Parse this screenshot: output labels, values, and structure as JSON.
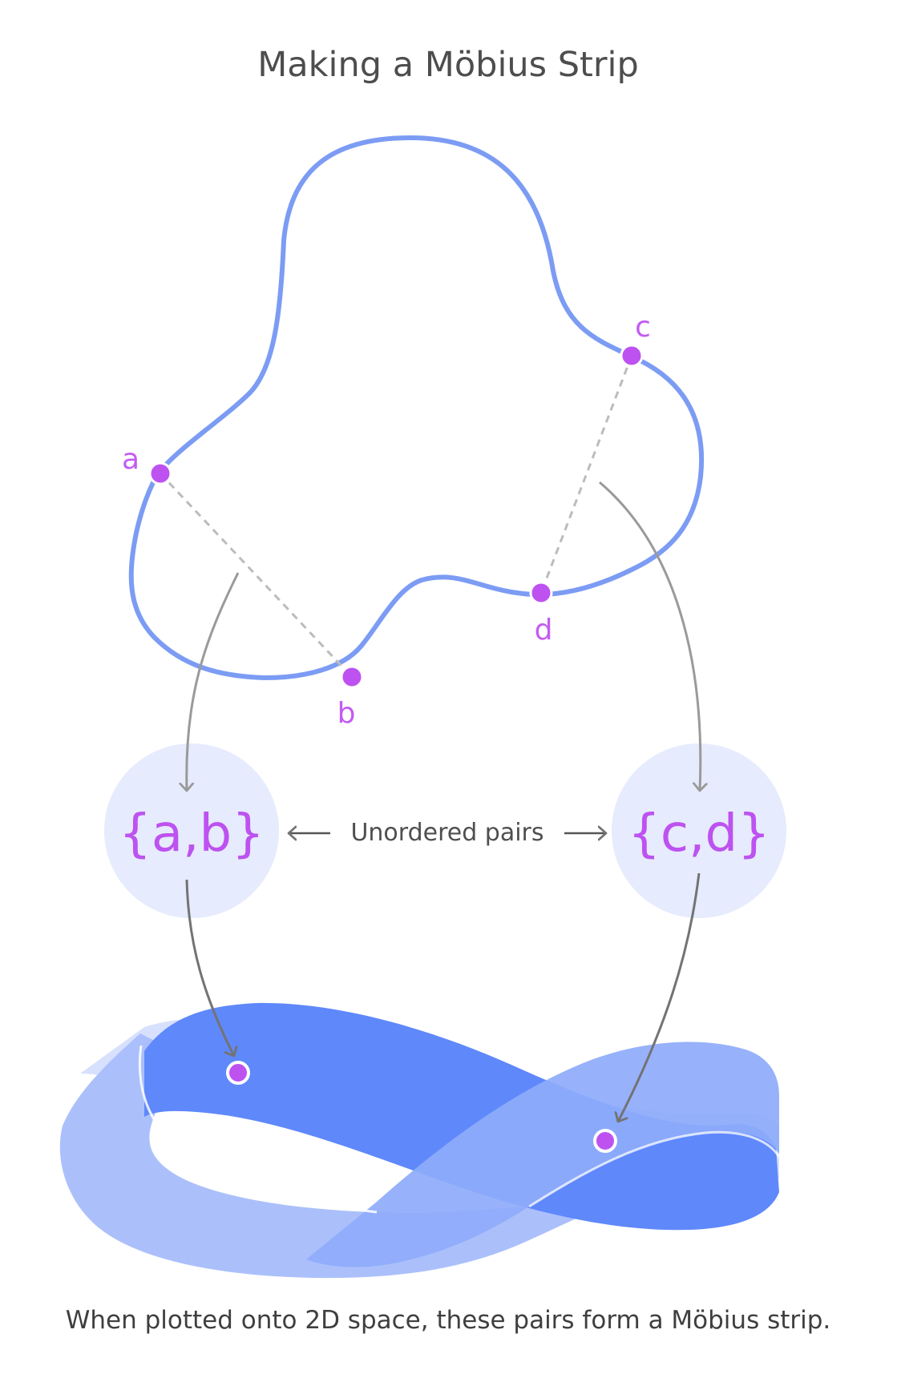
{
  "title": "Making a Möbius Strip",
  "points": {
    "a": "a",
    "b": "b",
    "c": "c",
    "d": "d"
  },
  "pairs": {
    "left": "{a,b}",
    "right": "{c,d}",
    "label": "Unordered pairs"
  },
  "caption": "When plotted onto 2D space, these pairs form a Möbius strip.",
  "colors": {
    "curve": "#7c9cf4",
    "point": "#bd52f0",
    "pair_circle": "#e6ebfd",
    "arrow": "#9a9a9a",
    "dashed": "#bcbcbc",
    "strip_dark": "#5f88fb",
    "strip_light": "#a8bdfb"
  }
}
